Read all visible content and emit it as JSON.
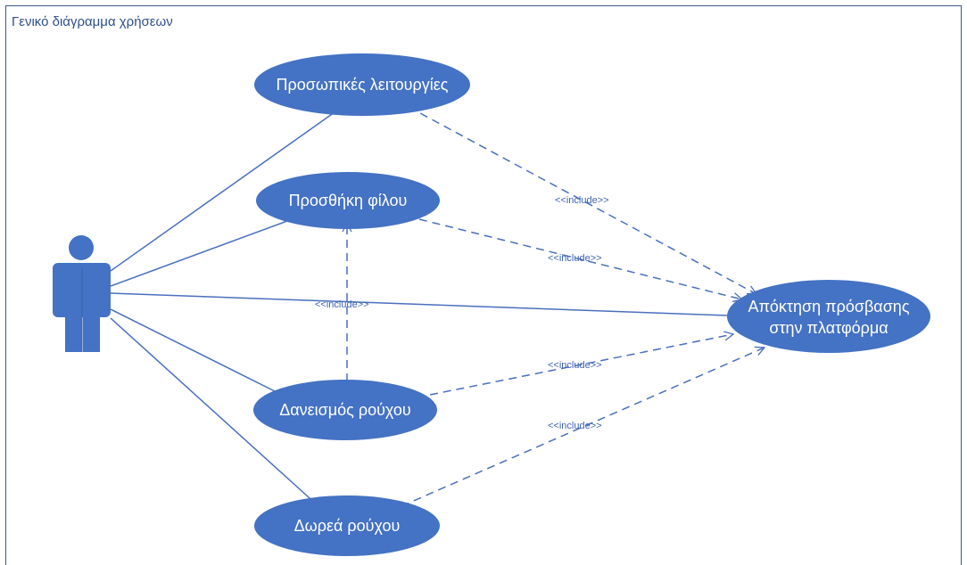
{
  "diagram": {
    "title": "Γενικό διάγραμμα χρήσεων",
    "colors": {
      "usecase_fill": "#4472c4",
      "line": "#4a6fbf",
      "text_on_fill": "#ffffff"
    },
    "actor": {
      "icon": "person-icon"
    },
    "use_cases": {
      "personal": "Προσωπικές λειτουργίες",
      "add_friend": "Προσθήκη φίλου",
      "lending": "Δανεισμός ρούχου",
      "donation": "Δωρεά ρούχου",
      "access_line1": "Απόκτηση πρόσβασης",
      "access_line2": "στην πλατφόρμα"
    },
    "include_label": "<<include>>"
  }
}
